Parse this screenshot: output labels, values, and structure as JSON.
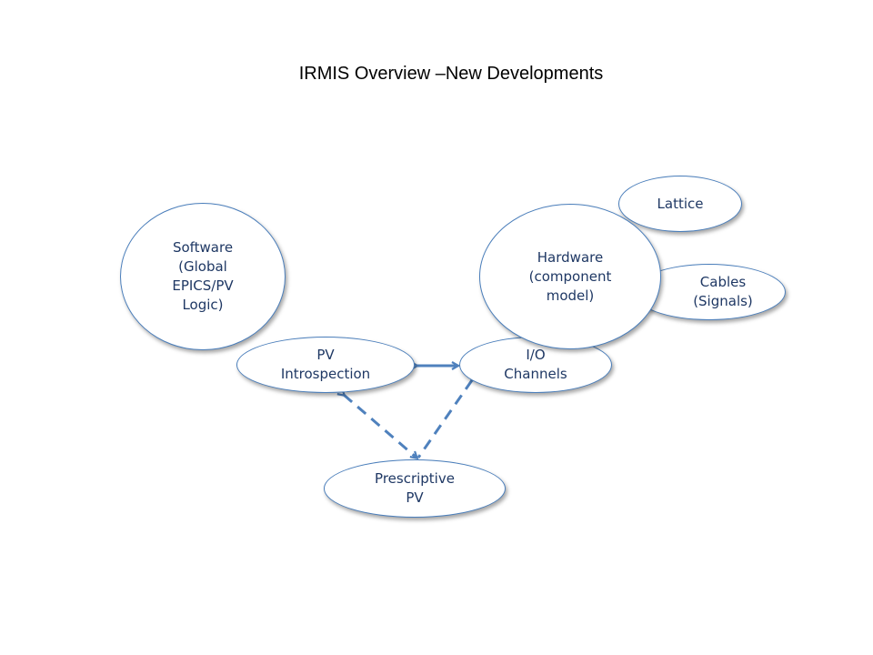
{
  "title": "IRMIS Overview –New Developments",
  "nodes": {
    "software": "Software\n(Global\nEPICS/PV\nLogic)",
    "pv_introspection": "PV\nIntrospection",
    "io_channels": "I/O\nChannels",
    "prescriptive_pv": "Prescriptive\nPV",
    "lattice": "Lattice",
    "cables": "Cables\n(Signals)",
    "hardware": "Hardware\n(component\nmodel)"
  },
  "colors": {
    "node_border": "#4a7ebb",
    "node_text": "#1f3864",
    "arrow": "#4f81bd"
  }
}
